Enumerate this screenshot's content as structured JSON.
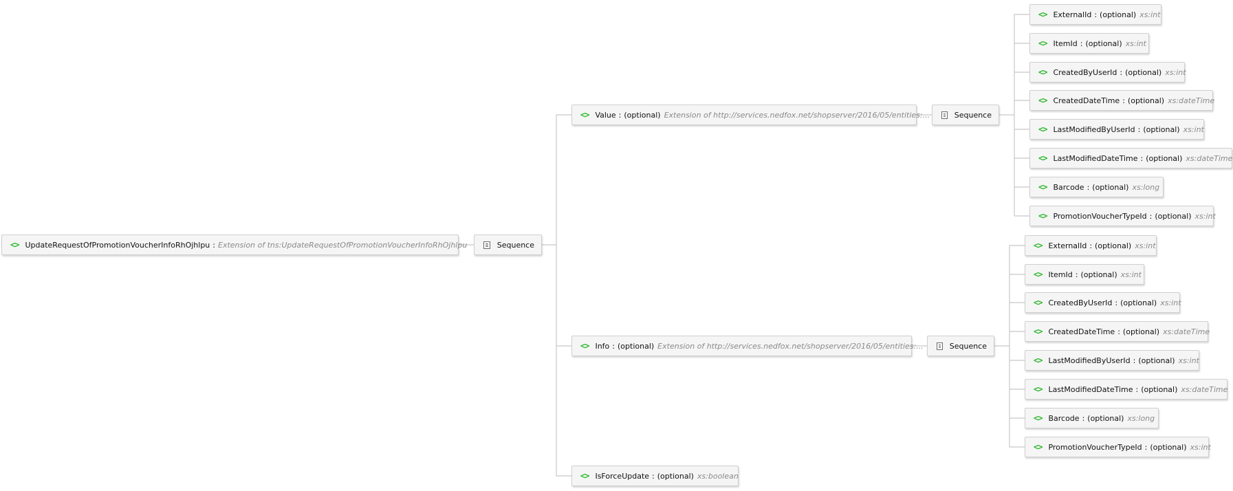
{
  "root": {
    "name": "UpdateRequestOfPromotionVoucherInfoRhOjhlpu",
    "type": "Extension of tns:UpdateRequestOfPromotionVoucherInfoRhOjhlpu"
  },
  "labels": {
    "sequence": "Sequence",
    "optional": "(optional)",
    "separator": ":"
  },
  "children": [
    {
      "name": "Value",
      "type": "Extension of http://services.nedfox.net/shopserver/2016/05/entities:...",
      "fields": [
        {
          "name": "ExternalId",
          "type": "xs:int"
        },
        {
          "name": "ItemId",
          "type": "xs:int"
        },
        {
          "name": "CreatedByUserId",
          "type": "xs:int"
        },
        {
          "name": "CreatedDateTime",
          "type": "xs:dateTime"
        },
        {
          "name": "LastModifiedByUserId",
          "type": "xs:int"
        },
        {
          "name": "LastModifiedDateTime",
          "type": "xs:dateTime"
        },
        {
          "name": "Barcode",
          "type": "xs:long"
        },
        {
          "name": "PromotionVoucherTypeId",
          "type": "xs:int"
        }
      ]
    },
    {
      "name": "Info",
      "type": "Extension of http://services.nedfox.net/shopserver/2016/05/entities:...",
      "fields": [
        {
          "name": "ExternalId",
          "type": "xs:int"
        },
        {
          "name": "ItemId",
          "type": "xs:int"
        },
        {
          "name": "CreatedByUserId",
          "type": "xs:int"
        },
        {
          "name": "CreatedDateTime",
          "type": "xs:dateTime"
        },
        {
          "name": "LastModifiedByUserId",
          "type": "xs:int"
        },
        {
          "name": "LastModifiedDateTime",
          "type": "xs:dateTime"
        },
        {
          "name": "Barcode",
          "type": "xs:long"
        },
        {
          "name": "PromotionVoucherTypeId",
          "type": "xs:int"
        }
      ]
    },
    {
      "name": "IsForceUpdate",
      "type": "xs:boolean"
    }
  ],
  "icons": {
    "element": "element-brackets-icon",
    "sequence": "sequence-icon"
  },
  "colors": {
    "element_icon": "#2bb82b",
    "type_text": "#8a8a8a",
    "node_bg": "#f5f5f5",
    "connector": "#c8c8c8"
  }
}
